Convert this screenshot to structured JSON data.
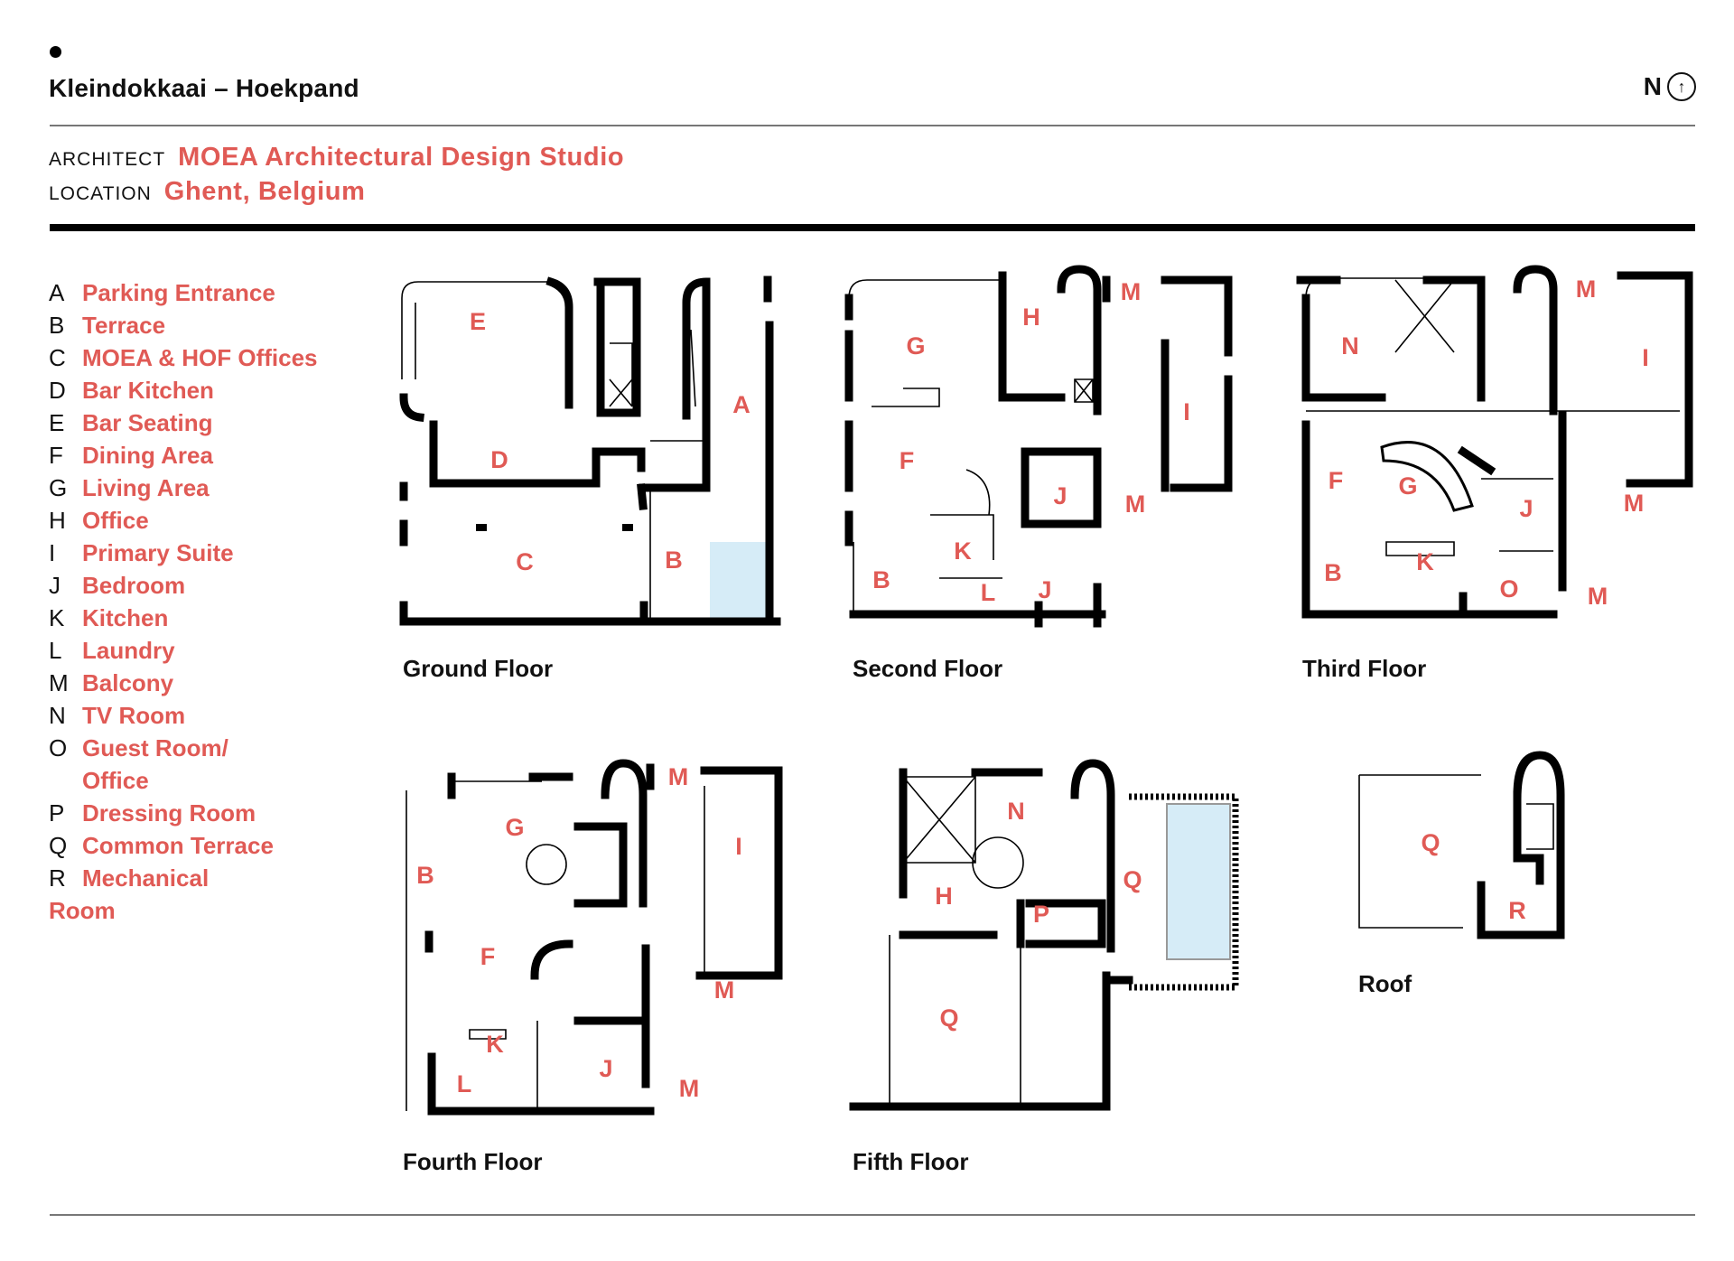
{
  "header": {
    "title": "Kleindokkaai – Hoekpand",
    "north_label": "N",
    "north_icon": "north-arrow-icon"
  },
  "meta": {
    "architect_label": "ARCHITECT",
    "architect": "MOEA Architectural Design Studio",
    "location_label": "LOCATION",
    "location": "Ghent, Belgium"
  },
  "legend": [
    {
      "letter": "A",
      "label": "Parking Entrance"
    },
    {
      "letter": "B",
      "label": "Terrace"
    },
    {
      "letter": "C",
      "label": "MOEA & HOF Offices"
    },
    {
      "letter": "D",
      "label": "Bar Kitchen"
    },
    {
      "letter": "E",
      "label": "Bar Seating"
    },
    {
      "letter": "F",
      "label": "Dining Area"
    },
    {
      "letter": "G",
      "label": "Living Area"
    },
    {
      "letter": "H",
      "label": "Office"
    },
    {
      "letter": "I",
      "label": "Primary Suite"
    },
    {
      "letter": "J",
      "label": "Bedroom"
    },
    {
      "letter": "K",
      "label": "Kitchen"
    },
    {
      "letter": "L",
      "label": "Laundry"
    },
    {
      "letter": "M",
      "label": "Balcony"
    },
    {
      "letter": "N",
      "label": "TV Room"
    },
    {
      "letter": "O",
      "label": "Guest Room/ Office"
    },
    {
      "letter": "P",
      "label": "Dressing Room"
    },
    {
      "letter": "Q",
      "label": "Common Terrace"
    },
    {
      "letter": "R",
      "label": "Mechanical Room"
    }
  ],
  "floors": {
    "ground": {
      "label": "Ground Floor",
      "rooms": [
        "E",
        "D",
        "A",
        "C",
        "B"
      ]
    },
    "second": {
      "label": "Second Floor",
      "rooms": [
        "M",
        "H",
        "G",
        "I",
        "F",
        "J",
        "M",
        "K",
        "B",
        "L",
        "J"
      ]
    },
    "third": {
      "label": "Third Floor",
      "rooms": [
        "M",
        "N",
        "I",
        "F",
        "G",
        "J",
        "M",
        "K",
        "B",
        "O",
        "M"
      ]
    },
    "fourth": {
      "label": "Fourth Floor",
      "rooms": [
        "M",
        "G",
        "I",
        "B",
        "F",
        "K",
        "J",
        "L",
        "M",
        "M"
      ]
    },
    "fifth": {
      "label": "Fifth Floor",
      "rooms": [
        "N",
        "Q",
        "H",
        "P",
        "Q"
      ]
    },
    "roof": {
      "label": "Roof",
      "rooms": [
        "Q",
        "R"
      ]
    }
  },
  "colors": {
    "accent": "#e05a55",
    "water": "#d6ecf7",
    "wall": "#000000"
  }
}
